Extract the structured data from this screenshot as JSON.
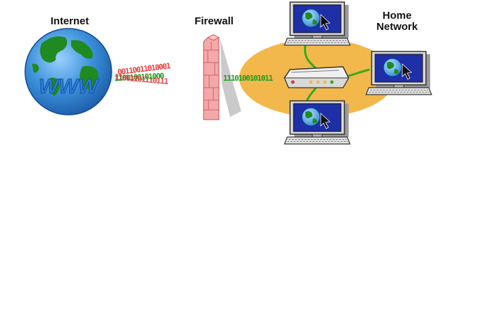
{
  "labels": {
    "internet": "Internet",
    "firewall": "Firewall",
    "home_line1": "Home",
    "home_line2": "Network"
  },
  "globe_text": "WWW",
  "bit_streams": {
    "top_red": "00110011010001",
    "middle_green": "1101100101000",
    "bottom_red": "11001101110111",
    "inside_green": "1110100101011"
  },
  "colors": {
    "ocean": "#3a8fd8",
    "land": "#1f8a1f",
    "brick": "#f0a0a0",
    "brick_shadow": "#e07070",
    "lan_blob": "#f2b84b",
    "cable": "#3aa820",
    "monitor_screen": "#1e2fa8",
    "red_bits": "#e84040",
    "green_bits": "#1f9a1f"
  },
  "icons": [
    "globe-icon",
    "firewall-icon",
    "router-icon",
    "computer-icon",
    "cursor-icon"
  ]
}
